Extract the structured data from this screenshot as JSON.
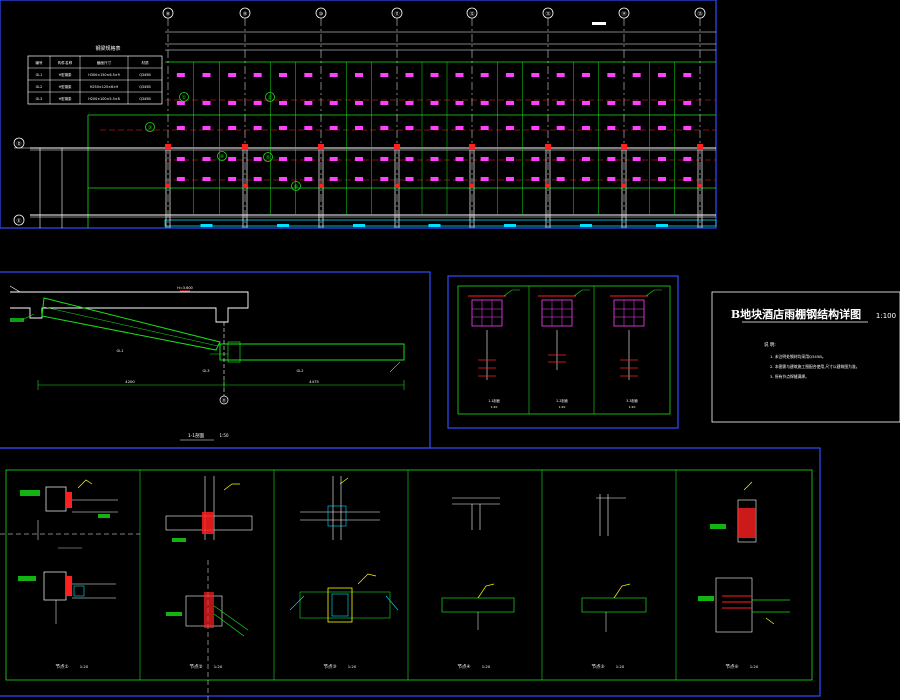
{
  "palette": {
    "background": "#000000",
    "frame_blue": "#2f4cff",
    "line_white": "#ffffff",
    "line_green": "#18e018",
    "line_magenta": "#ff40ff",
    "line_red": "#ff2020",
    "line_yellow": "#ffff00",
    "line_cyan": "#00e0ff"
  },
  "title_block": {
    "title": "B地块酒店雨棚钢结构详图",
    "scale": "1:100",
    "notes_heading": "说 明:",
    "notes": [
      "1. 未注明处钢材均采用Q345B。",
      "2. 本图需与建筑施工图配合使用,尺寸以建筑图为准。",
      "3. 所有节点焊缝满焊。"
    ]
  },
  "plan": {
    "axis_labels": [
      "⑧",
      "⑨",
      "⑩",
      "⑪",
      "⑫",
      "⑬",
      "⑭",
      "⑮"
    ],
    "row_labels": [
      "Ⓓ",
      "Ⓔ"
    ],
    "member_table_title": "钢梁规格表",
    "member_table": {
      "headers": [
        "编号",
        "构件名称",
        "截面尺寸",
        "材质"
      ],
      "rows": [
        [
          "GL1",
          "H型钢梁",
          "H300×150×6.5×9",
          "Q345B"
        ],
        [
          "GL2",
          "H型钢梁",
          "H250×125×6×9",
          "Q345B"
        ],
        [
          "GL3",
          "H型钢梁",
          "H200×100×5.5×8",
          "Q345B"
        ]
      ]
    },
    "node_callouts": [
      "①",
      "②",
      "③",
      "④",
      "⑤",
      "⑥"
    ]
  },
  "section": {
    "title": "1-1剖面",
    "scale": "1:50",
    "axis_label": "Ⓓ",
    "dimensions": [
      "4200",
      "4475"
    ],
    "labels": [
      "GL1",
      "GL2",
      "GL3",
      "H=3.600"
    ]
  },
  "details": {
    "labels": [
      "1-1剖面",
      "2-2剖面",
      "3-3剖面"
    ],
    "scale": "1:20"
  },
  "nodes": [
    {
      "label": "节点①",
      "scale": "1:20"
    },
    {
      "label": "节点②",
      "scale": "1:20"
    },
    {
      "label": "节点③",
      "scale": "1:20"
    },
    {
      "label": "节点④",
      "scale": "1:20"
    },
    {
      "label": "节点⑤",
      "scale": "1:20"
    },
    {
      "label": "节点⑥",
      "scale": "1:20"
    }
  ]
}
